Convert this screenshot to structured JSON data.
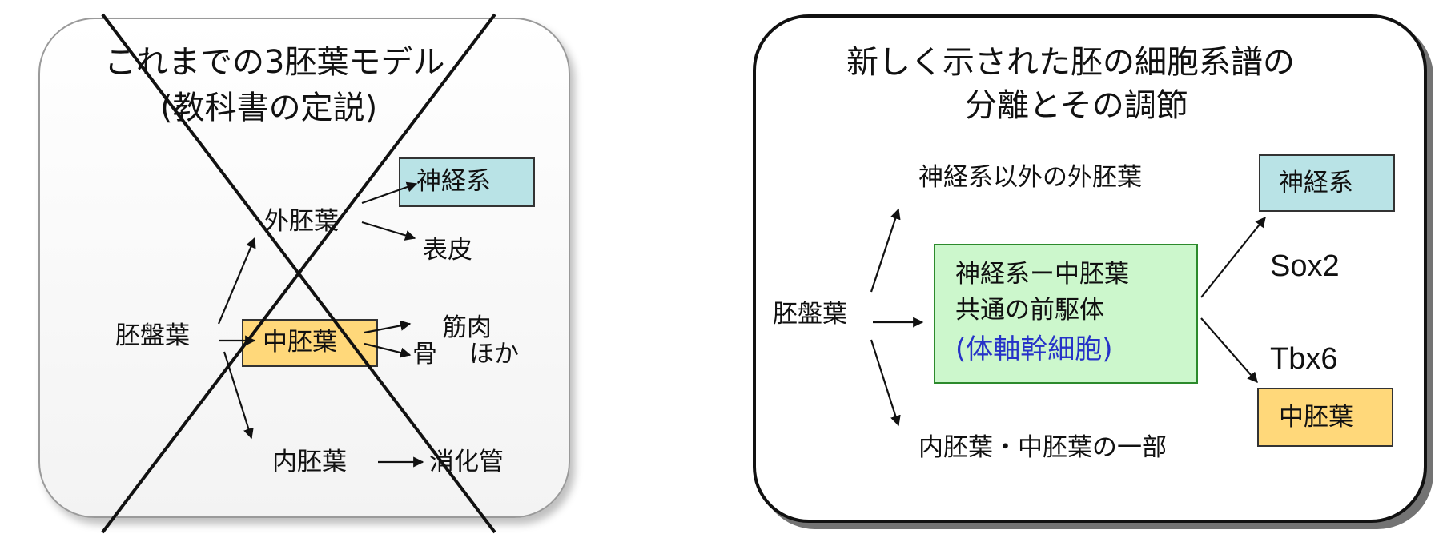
{
  "left": {
    "title_line1": "これまでの3胚葉モデル",
    "title_line2": "(教科書の定説)",
    "epiblast": "胚盤葉",
    "ectoderm": "外胚葉",
    "nervous_system": "神経系",
    "epidermis": "表皮",
    "mesoderm": "中胚葉",
    "muscle": "筋肉",
    "bone": "骨",
    "etc": "ほか",
    "endoderm": "内胚葉",
    "digestive_tract": "消化管"
  },
  "right": {
    "title_line1": "新しく示された胚の細胞系譜の",
    "title_line2": "分離とその調節",
    "epiblast": "胚盤葉",
    "non_neural_ectoderm": "神経系以外の外胚葉",
    "progenitor_line1": "神経系ー中胚葉",
    "progenitor_line2": "共通の前駆体",
    "progenitor_line3": "(体軸幹細胞)",
    "endo_meso": "内胚葉・中胚葉の一部",
    "nervous_system": "神経系",
    "sox2": "Sox2",
    "tbx6": "Tbx6",
    "mesoderm": "中胚葉"
  },
  "colors": {
    "cyan_box": "#b9e3e6",
    "yellow_box": "#ffd87a",
    "green_box": "#ccf7cc",
    "blue_text": "#2633c8"
  }
}
